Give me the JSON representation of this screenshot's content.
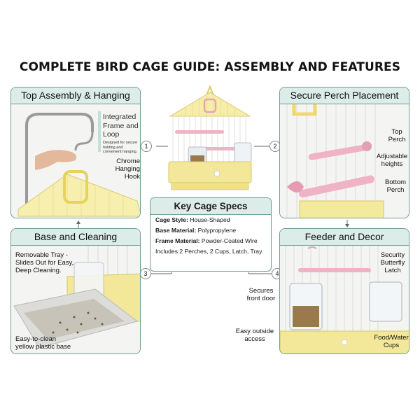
{
  "title": "COMPLETE BIRD CAGE GUIDE: ASSEMBLY AND FEATURES",
  "panels": {
    "top_assembly": {
      "heading": "Top Assembly & Hanging",
      "labels": {
        "integrated": "Integrated Frame and Loop",
        "integrated_note": "Designed for secure holding and convenient hanging.",
        "chrome_hook": "Chrome Hanging Hook"
      }
    },
    "perch": {
      "heading": "Secure Perch Placement",
      "labels": {
        "top_perch": "Top Perch",
        "adjustable": "Adjustable heights",
        "bottom_perch": "Bottom Perch"
      }
    },
    "base": {
      "heading": "Base and Cleaning",
      "labels": {
        "tray": "Removable Tray - Slides Out for Easy, Deep Cleaning.",
        "base": "Easy-to-clean yellow plastic base"
      }
    },
    "feeder": {
      "heading": "Feeder and Decor",
      "labels": {
        "latch": "Security Butterfly Latch",
        "front_door": "Secures front door",
        "outside": "Easy outside access",
        "cups": "Food/Water Cups"
      }
    }
  },
  "specs": {
    "heading": "Key Cage Specs",
    "rows": [
      {
        "key": "Cage Style:",
        "value": "House-Shaped"
      },
      {
        "key": "Base Material:",
        "value": "Polypropylene"
      },
      {
        "key": "Frame Material:",
        "value": "Powder-Coated Wire"
      },
      {
        "key": "",
        "value": "Includes 2 Perches, 2 Cups, Latch, Tray"
      }
    ]
  },
  "badges": [
    "1",
    "2",
    "3",
    "4"
  ],
  "colors": {
    "panel_border": "#6f9d93",
    "panel_head": "#dcece8",
    "cage_yellow": "#f3e79a",
    "perch_pink": "#efb3c3",
    "chrome": "#9a9a9a"
  }
}
